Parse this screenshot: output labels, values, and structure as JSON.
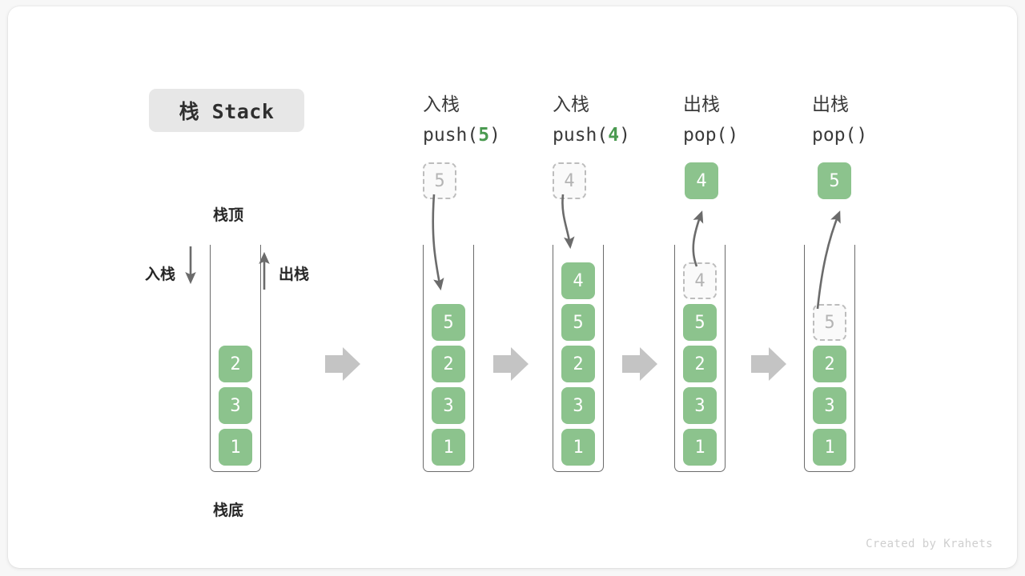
{
  "title": {
    "badge": "栈 Stack"
  },
  "labels": {
    "top": "栈顶",
    "bottom": "栈底",
    "push": "入栈",
    "pop": "出栈"
  },
  "credit": "Created by Krahets",
  "colors": {
    "cell_green": "#8cc38d",
    "cell_text": "#ffffff",
    "ghost_border": "#bdbdbd",
    "ghost_text": "#b4b4b4",
    "accent_green": "#4a9a50",
    "arrow_gray": "#6b6b6b",
    "block_arrow_gray": "#c4c4c4",
    "badge_bg": "#e7e7e7",
    "card_bg": "#ffffff",
    "page_bg": "#f7f7f7"
  },
  "columns": [
    {
      "id": "initial",
      "header_cn": "",
      "header_code": "",
      "header_arg": "",
      "stack": [
        "2",
        "3",
        "1"
      ],
      "float_cell": null,
      "ghost_in_stack": null
    },
    {
      "id": "push-5",
      "header_cn": "入栈",
      "header_code_pre": "push(",
      "header_arg": "5",
      "header_code_post": ")",
      "stack": [
        "5",
        "2",
        "3",
        "1"
      ],
      "float_cell": {
        "value": "5",
        "style": "ghost"
      },
      "ghost_in_stack": null,
      "arrow_direction": "down"
    },
    {
      "id": "push-4",
      "header_cn": "入栈",
      "header_code_pre": "push(",
      "header_arg": "4",
      "header_code_post": ")",
      "stack": [
        "4",
        "5",
        "2",
        "3",
        "1"
      ],
      "float_cell": {
        "value": "4",
        "style": "ghost"
      },
      "ghost_in_stack": null,
      "arrow_direction": "down"
    },
    {
      "id": "pop-1",
      "header_cn": "出栈",
      "header_code_pre": "pop(",
      "header_arg": "",
      "header_code_post": ")",
      "stack": [
        "5",
        "2",
        "3",
        "1"
      ],
      "float_cell": {
        "value": "4",
        "style": "green"
      },
      "ghost_in_stack": {
        "value": "4"
      },
      "arrow_direction": "up"
    },
    {
      "id": "pop-2",
      "header_cn": "出栈",
      "header_code_pre": "pop(",
      "header_arg": "",
      "header_code_post": ")",
      "stack": [
        "2",
        "3",
        "1"
      ],
      "float_cell": {
        "value": "5",
        "style": "green"
      },
      "ghost_in_stack": {
        "value": "5"
      },
      "arrow_direction": "up"
    }
  ]
}
